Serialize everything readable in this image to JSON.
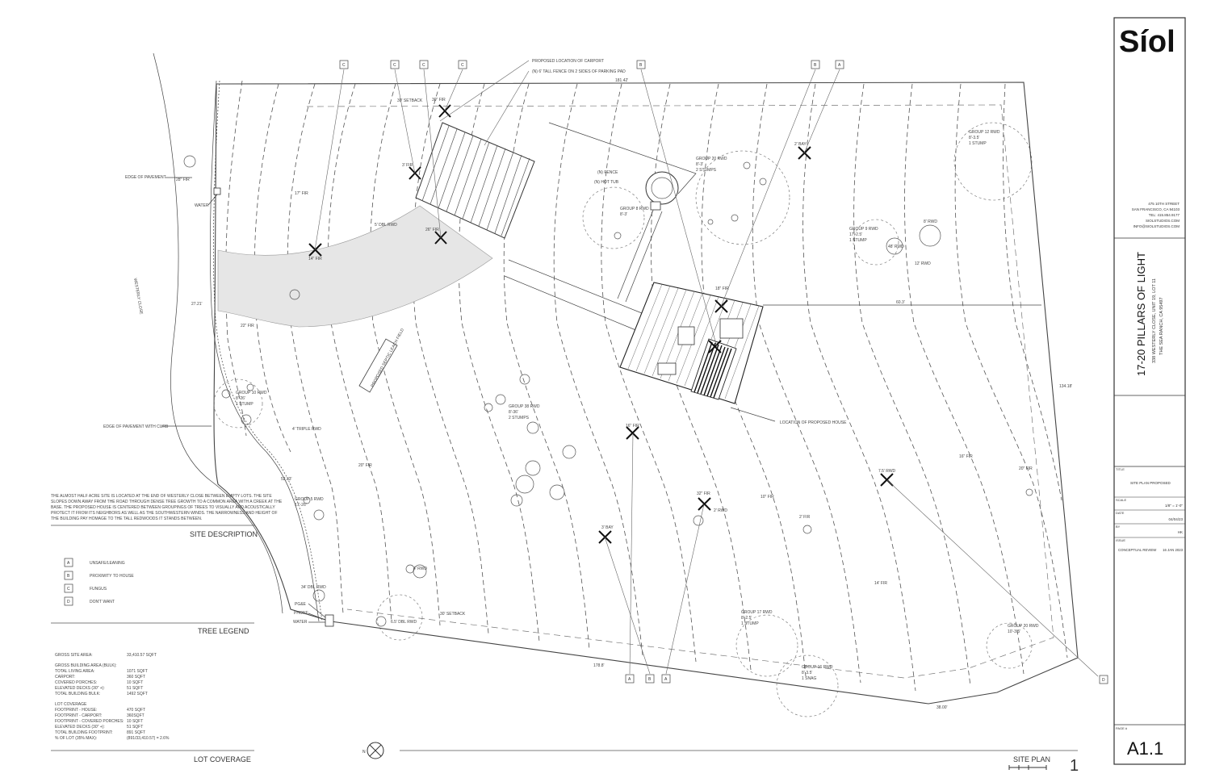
{
  "firm": {
    "logo": "Síol",
    "address_lines": [
      "475 10TH STREET",
      "SAN FRANCISCO, CA 94103",
      "TEL: 415.854.9177",
      "SIOLSTUDIOS.COM",
      "INFO@SIOLSTUDIOS.COM"
    ]
  },
  "project": {
    "name": "17-20 PILLARS OF LIGHT",
    "address_line1": "338 WESTERLY CLOSE, UNIT 19, LOT 11",
    "address_line2": "THE SEA RANCH, CA 95497"
  },
  "title_block": {
    "title_label": "TITLE",
    "title_value": "SITE PLAN PROPOSED",
    "scale_label": "SCALE",
    "scale_value": "1/8\" = 1'-0\"",
    "date_label": "DATE",
    "date_value": "04/04/23",
    "by_label": "BY",
    "by_value": "HK",
    "issue_label": "ISSUE",
    "issue_value": "CONCEPTUAL REVIEW",
    "issue_date": "16 JAN 2023",
    "page_label": "PAGE #",
    "page_value": "A1.1"
  },
  "site_description": {
    "heading": "SITE DESCRIPTION",
    "text_lines": [
      "THE ALMOST HALF ACRE SITE IS LOCATED AT THE END OF WESTERLY CLOSE BETWEEN EMPTY LOTS. THE SITE",
      "SLOPES DOWN AWAY FROM THE ROAD THROUGH DENSE TREE GROWTH TO A COMMON AREA WITH A CREEK AT THE",
      "BASE. THE PROPOSED HOUSE IS CENTERED BETWEEN GROUPINGS OF TREES TO VISUALLY AND ACOUSTICALLY",
      "PROTECT IT FROM ITS NEIGHBORS AS WELL AS THE SOUTHWESTERN WINDS. THE NARROWNESS AND HEIGHT OF",
      "THE BUILDING PAY HOMAGE TO THE TALL REDWOODS IT STANDS BETWEEN."
    ]
  },
  "tree_legend": {
    "heading": "TREE LEGEND",
    "items": [
      {
        "code": "A",
        "label": "UNSAFE/LEANING"
      },
      {
        "code": "B",
        "label": "PROXIMITY TO HOUSE"
      },
      {
        "code": "C",
        "label": "FUNGUS"
      },
      {
        "code": "D",
        "label": "DON'T WANT"
      }
    ]
  },
  "lot_coverage": {
    "heading": "LOT COVERAGE",
    "gross_site_label": "GROSS SITE AREA:",
    "gross_site_value": "33,410.57 SQFT",
    "bulk_heading": "GROSS BUILDING AREA (BULK):",
    "bulk_rows": [
      {
        "label": "TOTAL LIVING AREA:",
        "value": "1071 SQFT"
      },
      {
        "label": "CARPORT:",
        "value": "360 SQFT"
      },
      {
        "label": "COVERED PORCHES:",
        "value": "10 SQFT"
      },
      {
        "label": "ELEVATED DECKS (30\" +):",
        "value": "51 SQFT"
      },
      {
        "label": "TOTAL BUILDING BULK:",
        "value": "1492 SQFT"
      }
    ],
    "coverage_heading": "LOT COVERAGE",
    "coverage_rows": [
      {
        "label": "FOOTPRINT - HOUSE:",
        "value": "470 SQFT"
      },
      {
        "label": "FOOTPRINT - CARPORT:",
        "value": "360SQFT"
      },
      {
        "label": "FOOTPRINT - COVERED PORCHES:",
        "value": "10 SQFT"
      },
      {
        "label": "ELEVATED DECKS (30\" +):",
        "value": "51 SQFT"
      },
      {
        "label": "TOTAL BUILDING FOOTPRINT:",
        "value": "891 SQFT"
      },
      {
        "label": "% OF LOT (35% MAX):",
        "value": "(891/33,410.57) = 2.6%"
      }
    ]
  },
  "drawing": {
    "title": "SITE PLAN",
    "number": "1",
    "north": "N"
  },
  "annotations": {
    "edge_pavement": "EDGE OF PAVEMENT",
    "edge_pavement_curb": "EDGE OF PAVEMENT WITH CURB",
    "water": "WATER",
    "pgne": "PG&E",
    "phone": "PHONE",
    "water_bottom": "WATER",
    "carport_location": "PROPOSED LOCATION OF CARPORT",
    "fence_note": "(N) 6' TALL FENCE ON 2 SIDES OF PARKING PAD",
    "n_fence": "(N) FENCE",
    "hot_tub": "(N) HOT TUB",
    "house_location": "LOCATION OF PROPOSED HOUSE",
    "setback_top": "30' SETBACK",
    "setback_bottom": "30' SETBACK",
    "road_name": "WESTERLY CLOSE",
    "leach_field": "PROPOSED SEPTIC LEACH FIELD",
    "dim_60_3": "60.3'",
    "dim_134_18": "134.18'",
    "dim_27_21": "27.21'",
    "dim_52_33": "52.33'",
    "dim_178_8": "178.8'",
    "dim_38_00": "38.00'",
    "dim_181_42": "181.42'"
  },
  "tree_labels": [
    "30\" FIR",
    "3' FIR",
    "26\" FIR",
    "14\" FIR",
    "17\" FIR",
    "28\" FIR",
    "5' DBL RWD",
    "22\" FIR",
    "4' TRIPLE RWD",
    "20\" FIR",
    "16\" FIR",
    "18\" FIR",
    "2' BAY",
    "3' BAY",
    "32\" FIR",
    "10\" FIR",
    "2' FIR",
    "2' RWD",
    "7.5' RWD",
    "16\" FIR",
    "20\" FIR",
    "14' FIR",
    "34' DBL RWD",
    "6.5' DBL RWD",
    "4' RWD",
    "12' RWD",
    "48' RWD",
    "8' RWD"
  ],
  "tree_groups": [
    {
      "name": "GROUP 12 RWD",
      "size": "8'-3.5'",
      "note": "1 STUMP"
    },
    {
      "name": "GROUP 20 RWD",
      "size": "8'-3'",
      "note": "2 STUMPS"
    },
    {
      "name": "GROUP 8 RWD",
      "size": "8'-3'",
      "note": ""
    },
    {
      "name": "GROUP 9 RWD",
      "size": "17'-2.5'",
      "note": "1 STUMP"
    },
    {
      "name": "GROUP 10 RWD",
      "size": "8'-26'",
      "note": "1 STUMP"
    },
    {
      "name": "GROUP 38 RWD",
      "size": "8'-36'",
      "note": "2 STUMPS"
    },
    {
      "name": "GROUP 5 RWD",
      "size": "17'-26'",
      "note": ""
    },
    {
      "name": "GROUP 17 RWD",
      "size": "8'-2.5'",
      "note": "1 STUMP"
    },
    {
      "name": "GROUP 16 RWD",
      "size": "8'-3.5'",
      "note": "1 SNAG"
    },
    {
      "name": "GROUP 20 RWD",
      "size": "10'-3.5'",
      "note": ""
    }
  ],
  "removal_tags": {
    "top": [
      "C",
      "C",
      "C",
      "C",
      "B",
      "B",
      "A"
    ],
    "bottom": [
      "A",
      "B",
      "A"
    ],
    "right": "D"
  }
}
